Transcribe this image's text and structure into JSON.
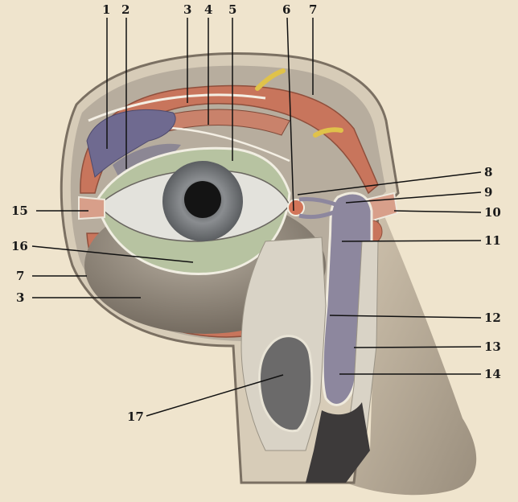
{
  "colors": {
    "background": "#efe4cd",
    "skin": "#cdbfa9",
    "skin_shadow": "#8e8170",
    "muscle": "#c8755c",
    "orbital_fat": "#8c8794",
    "lacrimal_gland": "#6f6a90",
    "conjunctiva": "#b7c3a1",
    "sclera": "#e3e2dc",
    "iris": "#7c7f82",
    "pupil": "#141414",
    "sac": "#8d879e",
    "nasal_cavity": "#3d3a3a",
    "bone": "#d9d3c6",
    "leader": "#111111"
  },
  "labels": [
    {
      "id": "l1",
      "text": "1"
    },
    {
      "id": "l2",
      "text": "2"
    },
    {
      "id": "l3a",
      "text": "3"
    },
    {
      "id": "l4",
      "text": "4"
    },
    {
      "id": "l5",
      "text": "5"
    },
    {
      "id": "l6",
      "text": "6"
    },
    {
      "id": "l7a",
      "text": "7"
    },
    {
      "id": "l8",
      "text": "8"
    },
    {
      "id": "l9",
      "text": "9"
    },
    {
      "id": "l10",
      "text": "10"
    },
    {
      "id": "l11",
      "text": "11"
    },
    {
      "id": "l12",
      "text": "12"
    },
    {
      "id": "l13",
      "text": "13"
    },
    {
      "id": "l14",
      "text": "14"
    },
    {
      "id": "l15",
      "text": "15"
    },
    {
      "id": "l16",
      "text": "16"
    },
    {
      "id": "l7b",
      "text": "7"
    },
    {
      "id": "l3b",
      "text": "3"
    },
    {
      "id": "l17",
      "text": "17"
    }
  ]
}
